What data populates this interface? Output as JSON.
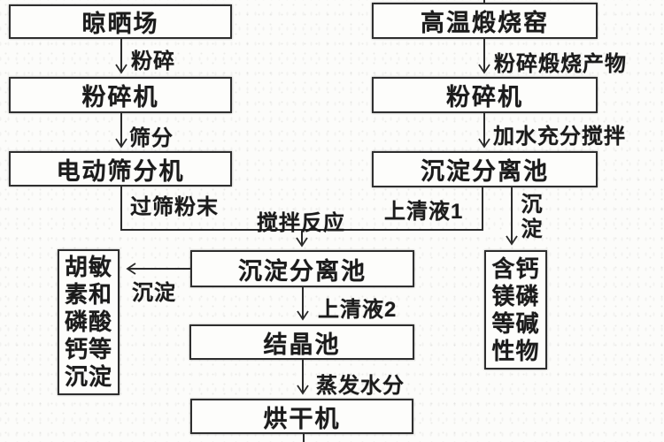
{
  "colors": {
    "line": "#2b2b2b",
    "box_border": "#2e2e2e",
    "text": "#1b1b1b",
    "background": "#fcfcfa"
  },
  "diagram": {
    "boxes": [
      {
        "id": "sun-drying-yard",
        "label": "晾晒场"
      },
      {
        "id": "crusher-left",
        "label": "粉碎机"
      },
      {
        "id": "electric-sieving-machine",
        "label": "电动筛分机"
      },
      {
        "id": "high-temp-calcination-kiln",
        "label": "高温煅烧窑"
      },
      {
        "id": "crusher-right",
        "label": "粉碎机"
      },
      {
        "id": "settling-separation-pool-right",
        "label": "沉淀分离池"
      },
      {
        "id": "settling-separation-pool-middle",
        "label": "沉淀分离池"
      },
      {
        "id": "crystallization-pool",
        "label": "结晶池"
      },
      {
        "id": "drying-machine",
        "label": "烘干机"
      },
      {
        "id": "humin-calcium-phosphate-precipitate",
        "label": "胡敏素和磷酸钙等沉淀"
      },
      {
        "id": "calcium-magnesium-phosphorus-alkaline",
        "label": "含钙镁磷等碱性物"
      }
    ],
    "labels": [
      {
        "id": "crush",
        "text": "粉碎"
      },
      {
        "id": "sieving",
        "text": "筛分"
      },
      {
        "id": "sieved-powder",
        "text": "过筛粉末"
      },
      {
        "id": "crush-calcined-product",
        "text": "粉碎煅烧产物"
      },
      {
        "id": "add-water-stir-fully",
        "text": "加水充分搅拌"
      },
      {
        "id": "supernatant-1",
        "text": "上清液1"
      },
      {
        "id": "precipitate-right",
        "text": "沉淀"
      },
      {
        "id": "stirring-reaction",
        "text": "搅拌反应"
      },
      {
        "id": "precipitate-left",
        "text": "沉淀"
      },
      {
        "id": "supernatant-2",
        "text": "上清液2"
      },
      {
        "id": "evaporate-moisture",
        "text": "蒸发水分"
      }
    ]
  }
}
